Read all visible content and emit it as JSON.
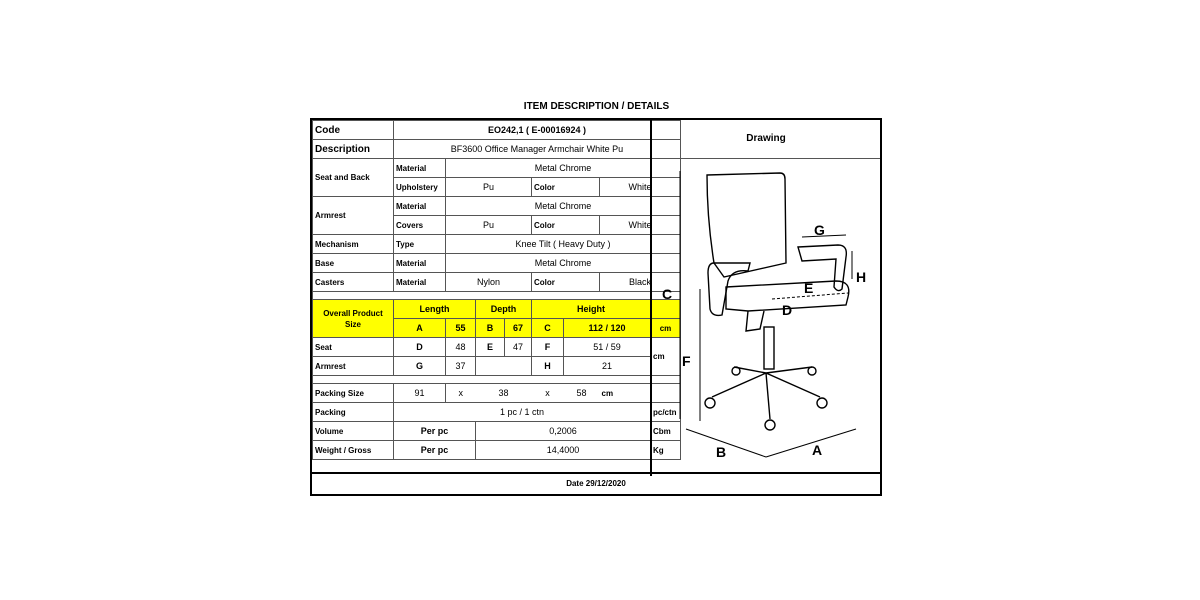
{
  "title": "ITEM DESCRIPTION / DETAILS",
  "code": {
    "label": "Code",
    "value": "EO242,1  ( E-00016924 )"
  },
  "description": {
    "label": "Description",
    "value": "BF3600 Office Manager Armchair White  Pu"
  },
  "seat_and_back": {
    "label": "Seat and Back",
    "material_label": "Material",
    "material": "Metal Chrome",
    "upholstery_label": "Upholstery",
    "upholstery": "Pu",
    "color_label": "Color",
    "color": "White"
  },
  "armrest": {
    "label": "Armrest",
    "material_label": "Material",
    "material": "Metal Chrome",
    "covers_label": "Covers",
    "covers": "Pu",
    "color_label": "Color",
    "color": "White"
  },
  "mechanism": {
    "label": "Mechanism",
    "type_label": "Type",
    "type": "Knee Tilt ( Heavy Duty )"
  },
  "base": {
    "label": "Base",
    "material_label": "Material",
    "material": "Metal Chrome"
  },
  "casters": {
    "label": "Casters",
    "material_label": "Material",
    "material": "Nylon",
    "color_label": "Color",
    "color": "Black"
  },
  "overall": {
    "label": "Overall Product Size",
    "length_label": "Length",
    "depth_label": "Depth",
    "height_label": "Height",
    "a": "A",
    "a_val": "55",
    "b": "B",
    "b_val": "67",
    "c": "C",
    "c_val": "112 / 120",
    "unit": "cm"
  },
  "seat": {
    "label": "Seat",
    "d": "D",
    "d_val": "48",
    "e": "E",
    "e_val": "47",
    "f": "F",
    "f_val": "51 / 59"
  },
  "armrest_dims": {
    "label": "Armrest",
    "g": "G",
    "g_val": "37",
    "h": "H",
    "h_val": "21",
    "unit": "cm"
  },
  "packing_size": {
    "label": "Packing Size",
    "l": "91",
    "x1": "x",
    "w": "38",
    "x2": "x",
    "h": "58",
    "unit": "cm"
  },
  "packing": {
    "label": "Packing",
    "value": "1 pc / 1 ctn",
    "unit": "pc/ctn"
  },
  "volume": {
    "label": "Volume",
    "per": "Per pc",
    "value": "0,2006",
    "unit": "Cbm"
  },
  "weight": {
    "label": "Weight / Gross",
    "per": "Per pc",
    "value": "14,4000",
    "unit": "Kg"
  },
  "drawing": {
    "label": "Drawing",
    "labels": {
      "a": "A",
      "b": "B",
      "c": "C",
      "d": "D",
      "e": "E",
      "f": "F",
      "g": "G",
      "h": "H"
    }
  },
  "date": "Date 29/12/2020"
}
